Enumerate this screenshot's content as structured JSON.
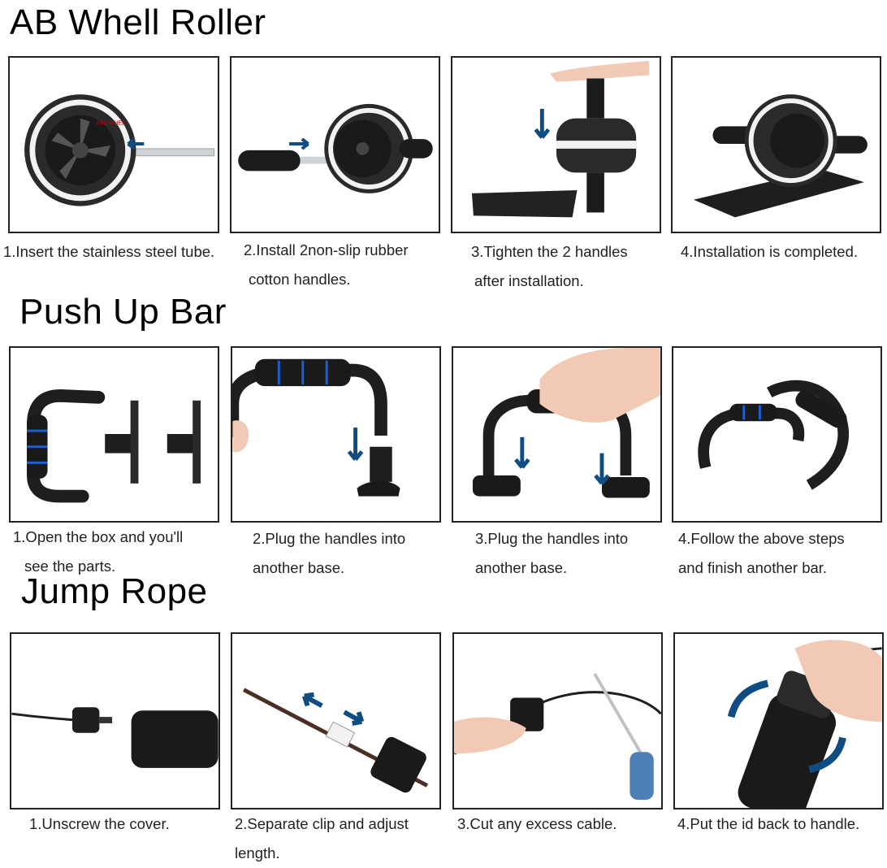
{
  "sections": {
    "ab": {
      "title": "AB Whell Roller",
      "steps": [
        {
          "line1": "1.Insert the stainless steel tube.",
          "line2": ""
        },
        {
          "line1": "2.Install 2non-slip rubber",
          "line2": "cotton handles."
        },
        {
          "line1": "3.Tighten the 2 handles",
          "line2": "after installation."
        },
        {
          "line1": "4.Installation is completed.",
          "line2": ""
        }
      ]
    },
    "pushup": {
      "title": "Push Up Bar",
      "steps": [
        {
          "line1": "1.Open the box and you'll",
          "line2": "see the parts."
        },
        {
          "line1": "2.Plug the handles into",
          "line2": "another base."
        },
        {
          "line1": "3.Plug the handles into",
          "line2": "another base."
        },
        {
          "line1": "4.Follow the above steps",
          "line2": "and finish another bar."
        }
      ]
    },
    "rope": {
      "title": "Jump Rope",
      "steps": [
        {
          "line1": "1.Unscrew the cover.",
          "line2": ""
        },
        {
          "line1": "2.Separate clip and adjust",
          "line2": "length."
        },
        {
          "line1": "3.Cut any excess cable.",
          "line2": ""
        },
        {
          "line1": "4.Put the id back to handle.",
          "line2": ""
        }
      ]
    }
  },
  "colors": {
    "arrow": "#0f4c81",
    "foam_accent": "#1d5fd6"
  },
  "wheel_label": "ABS WHEEL"
}
